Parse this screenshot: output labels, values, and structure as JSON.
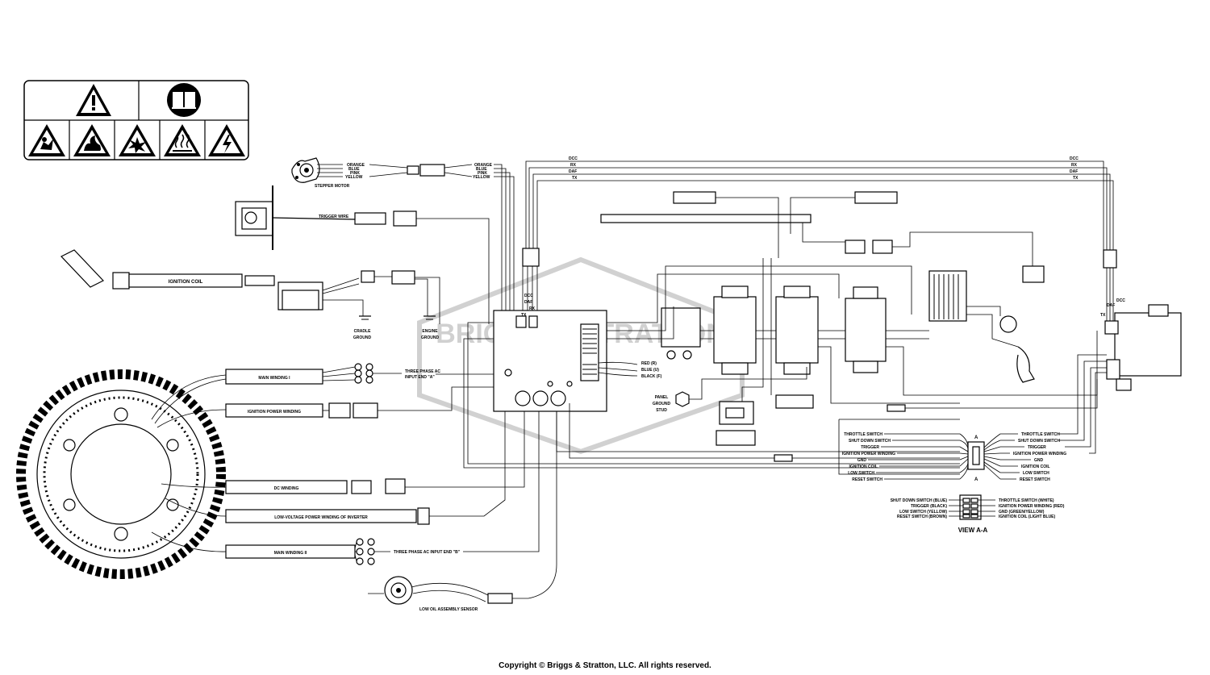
{
  "labels": {
    "stepper_motor": "STEPPER MOTOR",
    "stepper_wires_left": [
      "ORANGE",
      "BLUE",
      "PINK",
      "YELLOW"
    ],
    "stepper_wires_right": [
      "ORANGE",
      "BLUE",
      "PINK",
      "YELLOW"
    ],
    "trigger_wire": "TRIGGER WIRE",
    "ignition_coil": "IGNITION COIL",
    "cradle_ground": [
      "CRADLE",
      "GROUND"
    ],
    "engine_ground": [
      "ENGINE",
      "GROUND"
    ],
    "main_winding_1": "MAIN WINDING I",
    "three_phase_a": [
      "THREE PHASE AC",
      "INPUT END \"A\""
    ],
    "ignition_power_winding": "IGNITION POWER WINDING",
    "dc_winding": "DC WINDING",
    "low_voltage_winding": "LOW-VOLTAGE POWER WINDING OF INVERTER",
    "main_winding_2": "MAIN WINDING II",
    "three_phase_b": "THREE PHASE AC INPUT END \"B\"",
    "low_oil_sensor": "LOW OIL ASSEMBLY SENSOR",
    "inverter_wires": [
      "RED (R)",
      "BLUE (U)",
      "BLACK (F)"
    ],
    "panel_ground": [
      "PANEL",
      "GROUND",
      "STUD"
    ],
    "watermark": "BRIGGS & STRATTON",
    "bus_top_left": [
      "DCC",
      "RX",
      "DAF",
      "TX"
    ],
    "bus_top_right": [
      "DCC",
      "RX",
      "DAF",
      "TX"
    ],
    "bus_mid": [
      "DCC",
      "DAF",
      "RX",
      "TX"
    ],
    "bus_right": [
      "TX",
      "DAF",
      "DCC"
    ]
  },
  "connector_a": {
    "marker": "A",
    "left_labels": [
      "THROTTLE SWITCH",
      "SHUT DOWN SWITCH",
      "TRIGGER",
      "IGNITION POWER WINDING",
      "GND",
      "IGNITION COIL",
      "LOW SWITCH",
      "RESET SWITCH"
    ],
    "right_labels": [
      "THROTTLE SWITCH",
      "SHUT DOWN SWITCH",
      "TRIGGER",
      "IGNITION POWER WINDING",
      "GND",
      "IGNITION COIL",
      "LOW SWITCH",
      "RESET SWITCH"
    ]
  },
  "view_aa": {
    "title": "VIEW A-A",
    "left_labels": [
      "SHUT DOWN SWITCH (BLUE)",
      "TRIGGER (BLACK)",
      "LOW SWITCH (YELLOW)",
      "RESET SWITCH (BROWN)"
    ],
    "right_labels": [
      "THROTTLE SWITCH (WHITE)",
      "IGNITION POWER WINDING (RED)",
      "GND (GREEN/YELLOW)",
      "IGNITION COIL (LIGHT BLUE)"
    ]
  },
  "copyright": "Copyright © Briggs & Stratton, LLC. All rights reserved."
}
